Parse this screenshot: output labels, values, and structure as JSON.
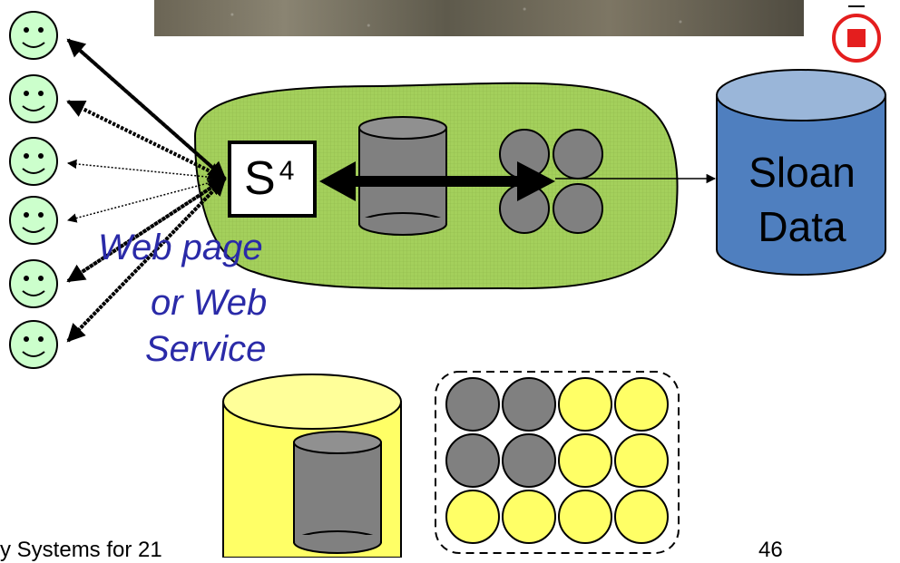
{
  "diagram": {
    "server_label_base": "S",
    "server_label_sup": "4",
    "server_caption_line1": "Web page",
    "server_caption_line2": "or Web",
    "server_caption_line3": "Service",
    "database_label_line1": "Sloan",
    "database_label_line2": "Data"
  },
  "footer": {
    "text": "y Systems for 21",
    "page_number": "46"
  },
  "colors": {
    "cloud_fill": "#a4d05c",
    "database_fill": "#4f7fbf",
    "caption_color": "#2a2aa8",
    "stop_icon": "#e41e1e",
    "yellow": "#ffff66",
    "gray": "#808080"
  }
}
